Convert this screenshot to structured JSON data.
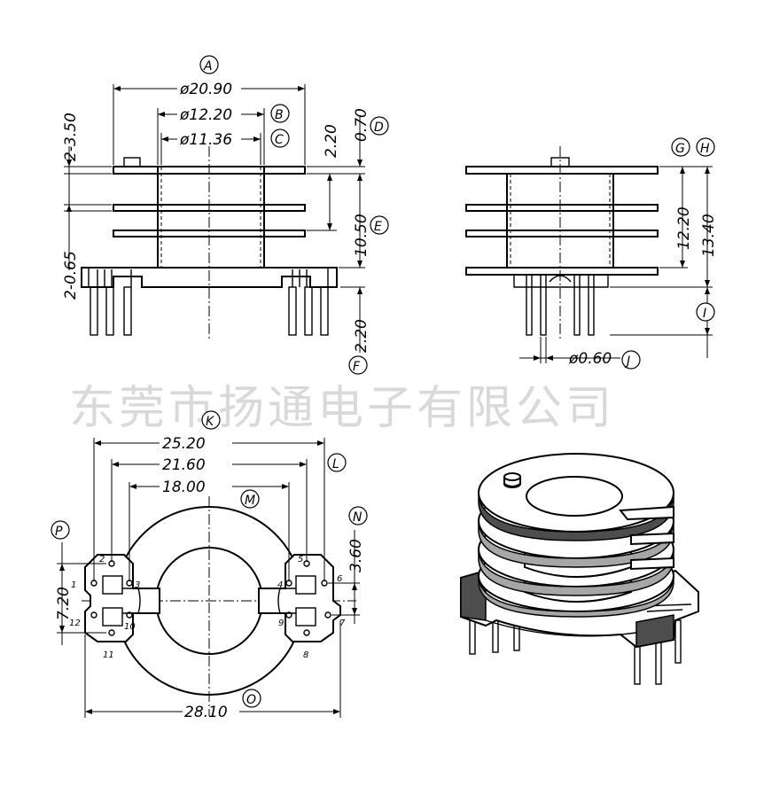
{
  "watermark": "东莞市扬通电子有限公司",
  "side_view": {
    "dim_a": "ø20.90",
    "dim_b": "ø12.20",
    "dim_c": "ø11.36",
    "dim_flange": "2-3.50",
    "dim_gap": "2-0.65",
    "dim_step": "2.20",
    "dim_top": "0.70",
    "dim_body": "10.50",
    "dim_pin": "2.20"
  },
  "front_view": {
    "dim_g": "12.20",
    "dim_h": "13.40",
    "dim_j": "ø0.60"
  },
  "bottom_view": {
    "dim_k": "25.20",
    "dim_l": "21.60",
    "dim_m": "18.00",
    "dim_n": "3.60",
    "dim_p": "7.20",
    "dim_o": "28.10",
    "pins": [
      "1",
      "2",
      "3",
      "4",
      "5",
      "6",
      "7",
      "8",
      "9",
      "10",
      "11",
      "12"
    ]
  },
  "labels": [
    "A",
    "B",
    "C",
    "D",
    "E",
    "F",
    "G",
    "H",
    "I",
    "J",
    "K",
    "L",
    "M",
    "N",
    "O",
    "P"
  ]
}
